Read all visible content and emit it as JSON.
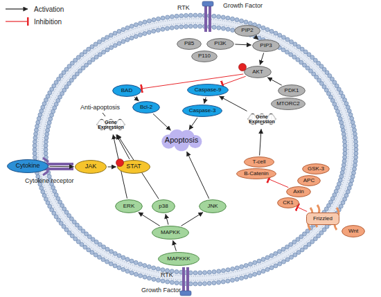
{
  "diagram": {
    "nodes": [
      {
        "text": [
          "PIP2"
        ]
      },
      {
        "text": [
          "P85"
        ]
      },
      {
        "text": [
          "PI3K"
        ]
      },
      {
        "text": [
          "P110"
        ]
      },
      {
        "text": [
          "PIP3"
        ]
      },
      {
        "text": [
          "AKT"
        ]
      },
      {
        "text": [
          "BAD"
        ]
      },
      {
        "text": [
          "Caspase-9"
        ]
      },
      {
        "text": [
          "PDK1"
        ]
      },
      {
        "text": [
          "MTORC2"
        ]
      },
      {
        "text": [
          "Gene Expression"
        ]
      },
      {
        "text": [
          "Gene Expression"
        ]
      },
      {
        "text": [
          "Bcl-2"
        ]
      },
      {
        "text": [
          "Caspase-3"
        ]
      },
      {
        "text": [
          "Apoptosis"
        ]
      },
      {
        "text": [
          "Cytokine"
        ]
      },
      {
        "text": [
          "JAK"
        ]
      },
      {
        "text": [
          "STAT"
        ]
      },
      {
        "text": [
          "T-cell"
        ]
      },
      {
        "text": [
          "B-Catenin"
        ]
      },
      {
        "text": [
          "GSK-3"
        ]
      },
      {
        "text": [
          "APC"
        ]
      },
      {
        "text": [
          "Axin"
        ]
      },
      {
        "text": [
          "CK1"
        ]
      },
      {
        "text": [
          "ERK"
        ]
      },
      {
        "text": [
          "p38"
        ]
      },
      {
        "text": [
          "JNK"
        ]
      },
      {
        "text": [
          "Frizzled"
        ]
      },
      {
        "text": [
          "Wnt"
        ]
      },
      {
        "text": [
          "MAPKK"
        ]
      },
      {
        "text": [
          "MAPKKK"
        ]
      }
    ],
    "edges": [
      {
        "from": 0,
        "to": 4,
        "arrow": "to"
      },
      {
        "from": 2,
        "to": 4,
        "arrow": "to"
      },
      {
        "from": 4,
        "to": 5,
        "arrow": "to"
      },
      {
        "from": 8,
        "to": 5,
        "arrow": "to"
      },
      {
        "from": 5,
        "to": 6,
        "arrow": "to"
      },
      {
        "from": 5,
        "to": 7,
        "arrow": "to"
      },
      {
        "from": 6,
        "to": 12,
        "arrow": "to"
      },
      {
        "from": 12,
        "to": 14,
        "arrow": "to"
      },
      {
        "from": 7,
        "to": 13,
        "arrow": "to"
      },
      {
        "from": 13,
        "to": 14,
        "arrow": "to"
      },
      {
        "from": 11,
        "to": 7,
        "arrow": "to"
      },
      {
        "from": 18,
        "to": 11,
        "arrow": "to"
      },
      {
        "from": 15,
        "to": 16,
        "arrow": "to"
      },
      {
        "from": 16,
        "to": 17,
        "arrow": "to"
      },
      {
        "from": 17,
        "to": 10,
        "arrow": "to"
      },
      {
        "from": 24,
        "to": 10,
        "arrow": "to"
      },
      {
        "from": 25,
        "to": 10,
        "arrow": "to"
      },
      {
        "from": 26,
        "to": 14,
        "arrow": "to"
      },
      {
        "from": 29,
        "to": 24,
        "arrow": "to"
      },
      {
        "from": 29,
        "to": 25,
        "arrow": "to"
      },
      {
        "from": 29,
        "to": 26,
        "arrow": "to"
      },
      {
        "from": 30,
        "to": 29,
        "arrow": "to"
      },
      {
        "from": 22,
        "to": 19,
        "arrow": "to"
      },
      {
        "from": 27,
        "to": 23,
        "arrow": "to"
      }
    ],
    "labels": [
      "RTK",
      "Growth Factor",
      "Anti-apoptosis",
      "Cytokine receptor",
      "RTK",
      "Growth Factor"
    ],
    "legend": [
      {
        "text": "Activation"
      },
      {
        "text": "Inhibition"
      }
    ]
  }
}
